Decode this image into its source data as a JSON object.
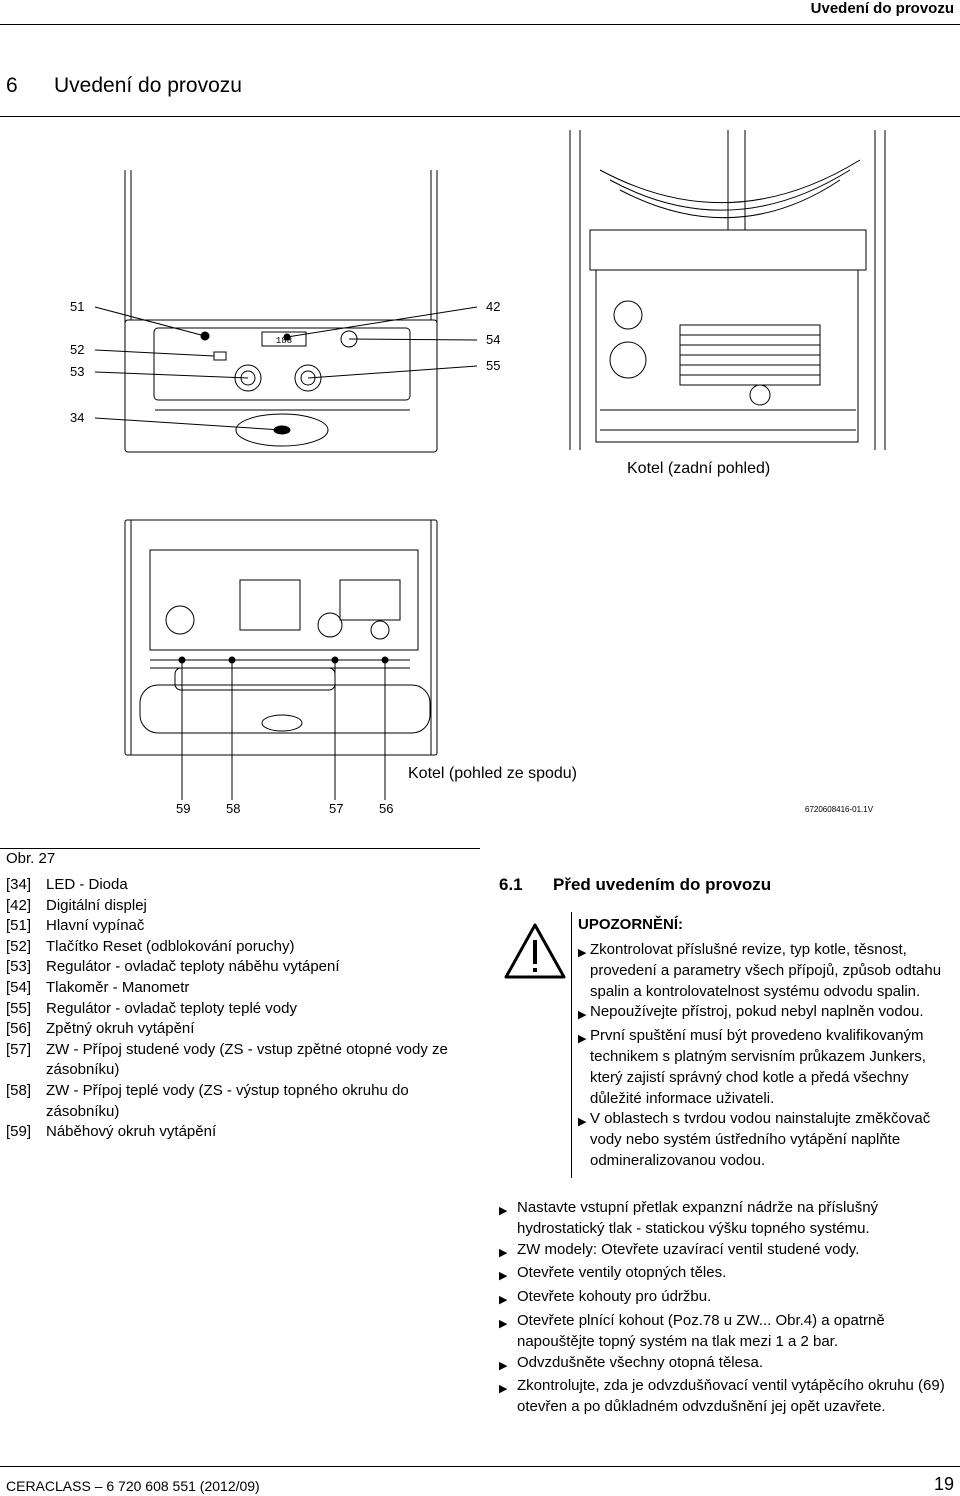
{
  "header": {
    "title": "Uvedení do provozu"
  },
  "section": {
    "number": "6",
    "title": "Uvedení do provozu"
  },
  "figure": {
    "callouts_left": [
      "51",
      "52",
      "53",
      "34"
    ],
    "callouts_right": [
      "42",
      "54",
      "55"
    ],
    "view_rear": "Kotel (zadní pohled)",
    "view_bottom": "Kotel (pohled ze spodu)",
    "callouts_bottom": [
      "59",
      "58",
      "57",
      "56"
    ],
    "code": "6720608416-01.1V",
    "display_digits": "188",
    "caption": "Obr. 27"
  },
  "legend": [
    {
      "key": "[34]",
      "text": "LED - Dioda"
    },
    {
      "key": "[42]",
      "text": "Digitální displej"
    },
    {
      "key": "[51]",
      "text": "Hlavní vypínač"
    },
    {
      "key": "[52]",
      "text": "Tlačítko Reset (odblokování poruchy)"
    },
    {
      "key": "[53]",
      "text": "Regulátor - ovladač teploty náběhu vytápení"
    },
    {
      "key": "[54]",
      "text": "Tlakoměr - Manometr"
    },
    {
      "key": "[55]",
      "text": "Regulátor - ovladač teploty teplé vody"
    },
    {
      "key": "[56]",
      "text": "Zpětný okruh vytápění"
    },
    {
      "key": "[57]",
      "text": "ZW - Přípoj studené vody (ZS - vstup zpětné otopné vody ze zásobníku)"
    },
    {
      "key": "[58]",
      "text": "ZW - Přípoj teplé vody (ZS - výstup topného okruhu do zásobníku)"
    },
    {
      "key": "[59]",
      "text": "Náběhový okruh vytápění"
    }
  ],
  "subsection": {
    "number": "6.1",
    "title": "Před uvedením do provozu"
  },
  "warning": {
    "title": "UPOZORNĚNÍ:",
    "items": [
      "Zkontrolovat příslušné revize, typ kotle, těsnost, provedení a parametry všech přípojů, způsob odtahu spalin a kontrolovatelnost systému odvodu spalin.",
      "Nepoužívejte přístroj, pokud nebyl naplněn vodou.",
      "První spuštění musí být provedeno kvalifikovaným technikem s platným servisním průkazem Junkers, který zajistí správný chod kotle a předá všechny důležité informace uživateli.",
      "V oblastech s tvrdou vodou nainstalujte změkčovač vody nebo systém ústředního vytápění naplňte odmineralizovanou vodou."
    ]
  },
  "steps": [
    "Nastavte vstupní přetlak expanzní nádrže na příslušný hydrostatický tlak - statickou výšku topného systému.",
    "ZW modely: Otevřete uzavírací ventil studené vody.",
    "Otevřete ventily otopných těles.",
    "Otevřete kohouty pro údržbu.",
    "Otevřete plnící kohout (Poz.78 u ZW... Obr.4) a opatrně napouštějte topný systém na tlak mezi 1 a 2 bar.",
    "Odvzdušněte všechny otopná tělesa.",
    "Zkontrolujte, zda je odvzdušňovací ventil vytápěcího okruhu (69) otevřen a po důkladném odvzdušnění jej opět uzavřete."
  ],
  "footer": {
    "doc": "CERACLASS – 6 720 608 551 (2012/09)",
    "page": "19"
  }
}
